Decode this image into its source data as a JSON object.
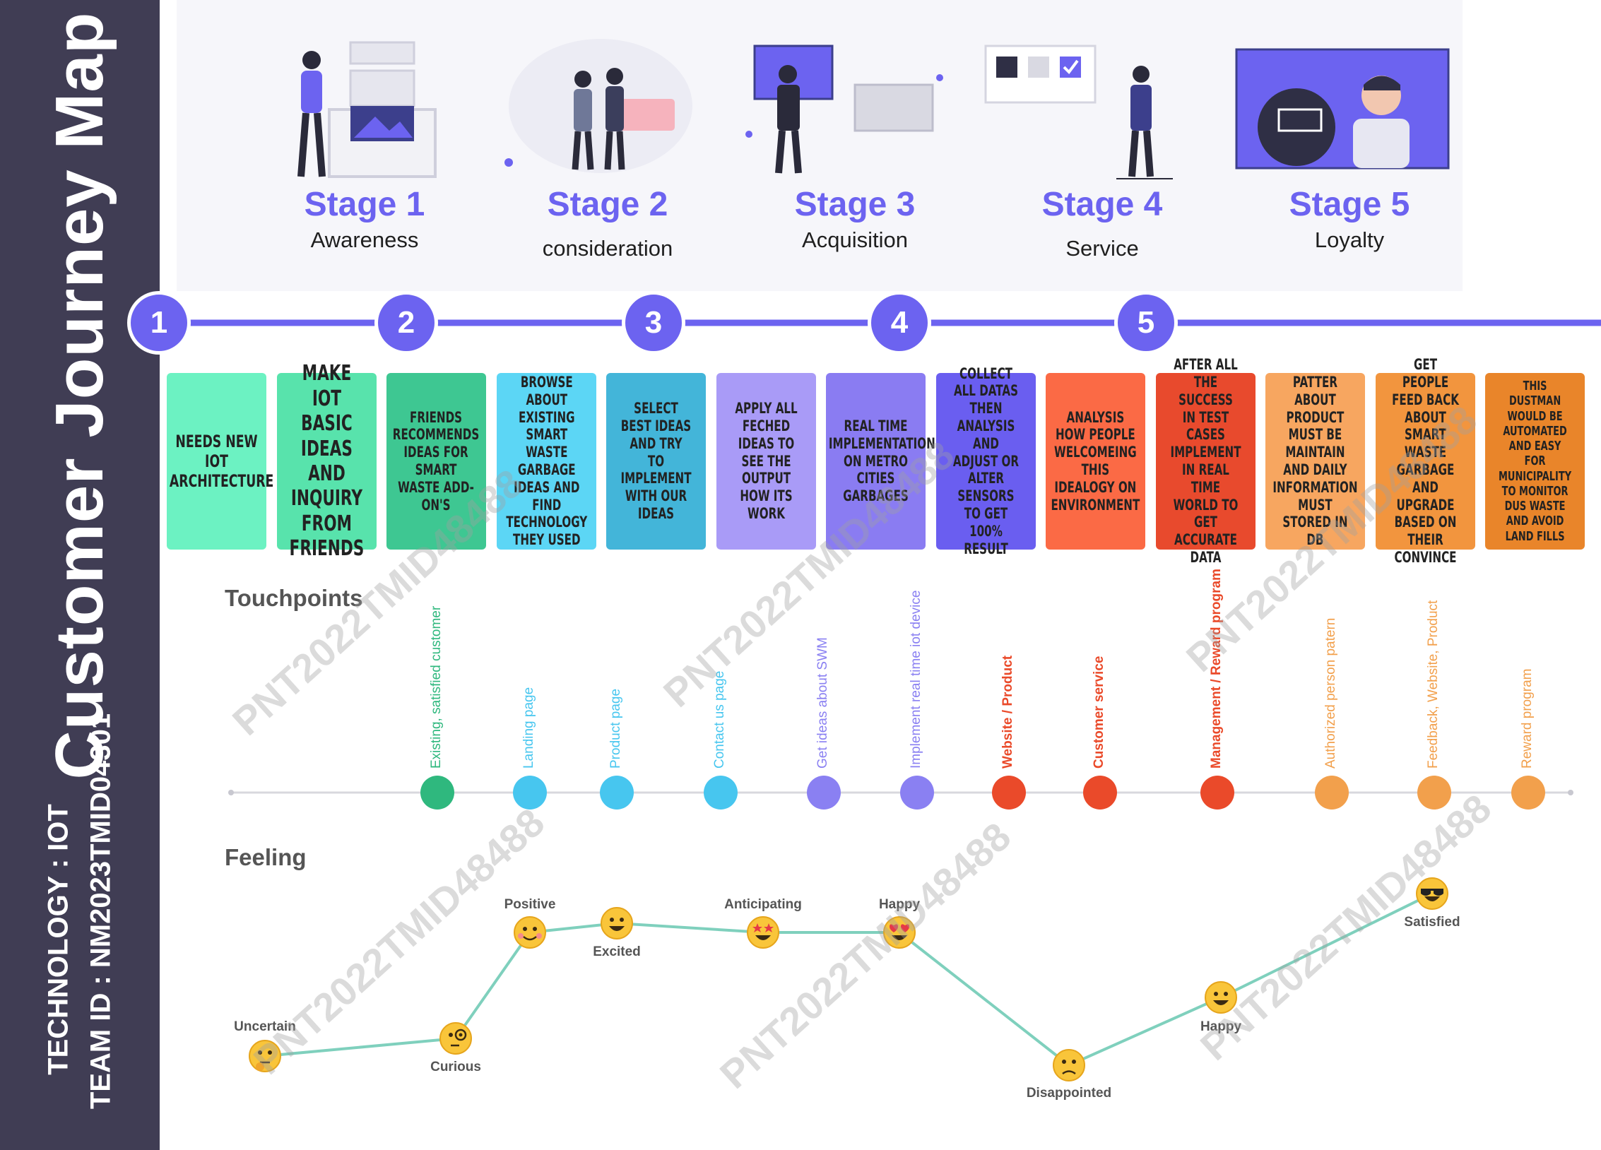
{
  "sidebar": {
    "title": "Customer Journey Map",
    "technology": "TECHNOLOGY : IOT",
    "team_id": "TEAM ID : NM2023TMID04301"
  },
  "stages": [
    {
      "title": "Stage 1",
      "subtitle": "Awareness"
    },
    {
      "title": "Stage 2",
      "subtitle": "consideration"
    },
    {
      "title": "Stage 3",
      "subtitle": "Acquisition"
    },
    {
      "title": "Stage 4",
      "subtitle": "Service"
    },
    {
      "title": "Stage 5",
      "subtitle": "Loyalty"
    }
  ],
  "steps": [
    "1",
    "2",
    "3",
    "4",
    "5"
  ],
  "cards": [
    {
      "text": "NEEDS NEW IOT ARCHITECTURE",
      "color": "#6cf2c2"
    },
    {
      "text": "MAKE IOT BASIC IDEAS AND INQUIRY FROM FRIENDS",
      "color": "#58e3ac"
    },
    {
      "text": "FRIENDS RECOMMENDS IDEAS FOR SMART WASTE ADD-ON'S",
      "color": "#3ec792"
    },
    {
      "text": "BROWSE ABOUT EXISTING SMART WASTE GARBAGE IDEAS AND FIND TECHNOLOGY THEY USED",
      "color": "#5cd6f5"
    },
    {
      "text": "SELECT BEST IDEAS AND TRY TO IMPLEMENT WITH OUR IDEAS",
      "color": "#43b5d9"
    },
    {
      "text": "APPLY ALL FECHED IDEAS TO SEE THE OUTPUT HOW ITS WORK",
      "color": "#a99bf7"
    },
    {
      "text": "REAL TIME IMPLEMENTATION ON METRO CITIES GARBAGES",
      "color": "#8a7cf2"
    },
    {
      "text": "COLLECT ALL DATAS THEN ANALYSIS AND ADJUST OR ALTER SENSORS TO GET 100% RESULT",
      "color": "#6a5ef0"
    },
    {
      "text": "ANALYSIS HOW PEOPLE WELCOMEING THIS IDEALOGY ON ENVIRONMENT",
      "color": "#fb6a45"
    },
    {
      "text": "AFTER ALL THE SUCCESS IN TEST CASES IMPLEMENT IN REAL TIME WORLD TO GET ACCURATE DATA",
      "color": "#e84a2d"
    },
    {
      "text": "PATTER ABOUT PRODUCT MUST BE MAINTAIN AND DAILY INFORMATION MUST STORED IN DB",
      "color": "#f7a660"
    },
    {
      "text": "GET PEOPLE FEED BACK ABOUT SMART WASTE GARBAGE AND UPGRADE BASED ON THEIR CONVINCE",
      "color": "#f2953e"
    },
    {
      "text": "THIS DUSTMAN WOULD BE AUTOMATED AND EASY FOR MUNICIPALITY TO MONITOR DUS WASTE AND AVOID LAND FILLS",
      "color": "#e9852a"
    }
  ],
  "touchpoints_title": "Touchpoints",
  "touchpoints": [
    {
      "label": "Existing, satisfied customer",
      "color": "#2fb87e"
    },
    {
      "label": "Landing page",
      "color": "#47c6ef"
    },
    {
      "label": "Product page",
      "color": "#47c6ef"
    },
    {
      "label": "Contact us page",
      "color": "#47c6ef"
    },
    {
      "label": "Get ideas about SWM",
      "color": "#8a80f2"
    },
    {
      "label": "Implement real time iot device",
      "color": "#8a80f2"
    },
    {
      "label": "Website / Product",
      "color": "#ea4a2a"
    },
    {
      "label": "Customer service",
      "color": "#ea4a2a"
    },
    {
      "label": "Management / Reward program",
      "color": "#ea4a2a"
    },
    {
      "label": "Authorized person patern",
      "color": "#f2a04c"
    },
    {
      "label": "Feedback, Website, Product",
      "color": "#f2a04c"
    },
    {
      "label": "Reward program",
      "color": "#f2a04c"
    }
  ],
  "feeling_title": "Feeling",
  "feelings": [
    {
      "label": "Uncertain",
      "emoji": "thinking-face-icon"
    },
    {
      "label": "Curious",
      "emoji": "monocle-face-icon"
    },
    {
      "label": "Positive",
      "emoji": "smiling-blush-face-icon"
    },
    {
      "label": "Excited",
      "emoji": "grinning-face-icon"
    },
    {
      "label": "Anticipating",
      "emoji": "star-struck-face-icon"
    },
    {
      "label": "Happy",
      "emoji": "heart-eyes-face-icon"
    },
    {
      "label": "Disappointed",
      "emoji": "disappointed-face-icon"
    },
    {
      "label": "Happy",
      "emoji": "grinning-face-icon"
    },
    {
      "label": "Satisfied",
      "emoji": "sunglasses-face-icon"
    }
  ],
  "watermark": "PNT2022TMID48488"
}
